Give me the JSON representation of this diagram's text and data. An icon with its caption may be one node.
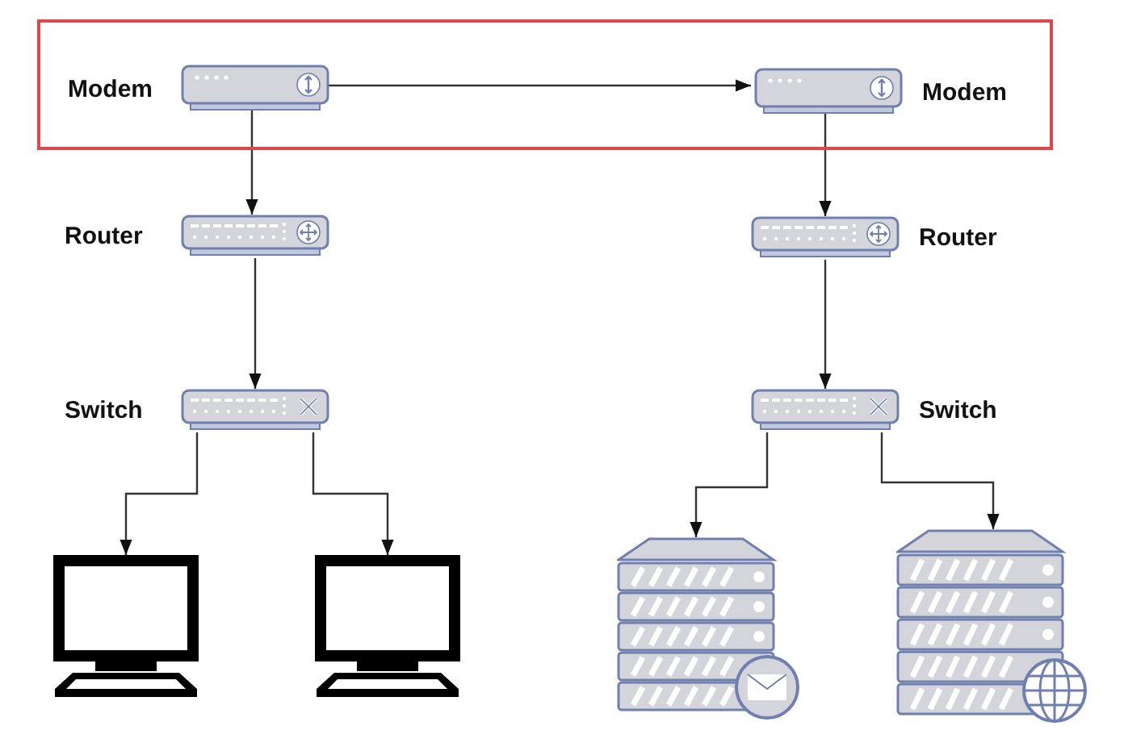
{
  "diagram": {
    "nodes": [
      {
        "text": [],
        "shape": "box"
      },
      {
        "text": [
          "Modem"
        ],
        "in": 0
      },
      {
        "text": [
          "Modem"
        ],
        "in": 0
      },
      {
        "text": [
          "Router"
        ]
      },
      {
        "text": [
          "Router"
        ]
      },
      {
        "text": [
          "Switch"
        ]
      },
      {
        "text": [
          "Switch"
        ]
      },
      {
        "text": [],
        "shape": "monitor"
      },
      {
        "text": [],
        "shape": "monitor"
      },
      {
        "text": [],
        "shape": "picture"
      },
      {
        "text": [],
        "shape": "picture"
      }
    ],
    "edges": [
      {
        "from": 1,
        "to": 2,
        "arrow": "to"
      },
      {
        "from": 1,
        "to": 3,
        "arrow": "to"
      },
      {
        "from": 2,
        "to": 4,
        "arrow": "to"
      },
      {
        "from": 3,
        "to": 5,
        "arrow": "to"
      },
      {
        "from": 4,
        "to": 6,
        "arrow": "to"
      },
      {
        "from": 5,
        "to": 7,
        "arrow": "to"
      },
      {
        "from": 5,
        "to": 8,
        "arrow": "to"
      },
      {
        "from": 6,
        "to": 9,
        "arrow": "to"
      },
      {
        "from": 6,
        "to": 10,
        "arrow": "to"
      }
    ]
  }
}
